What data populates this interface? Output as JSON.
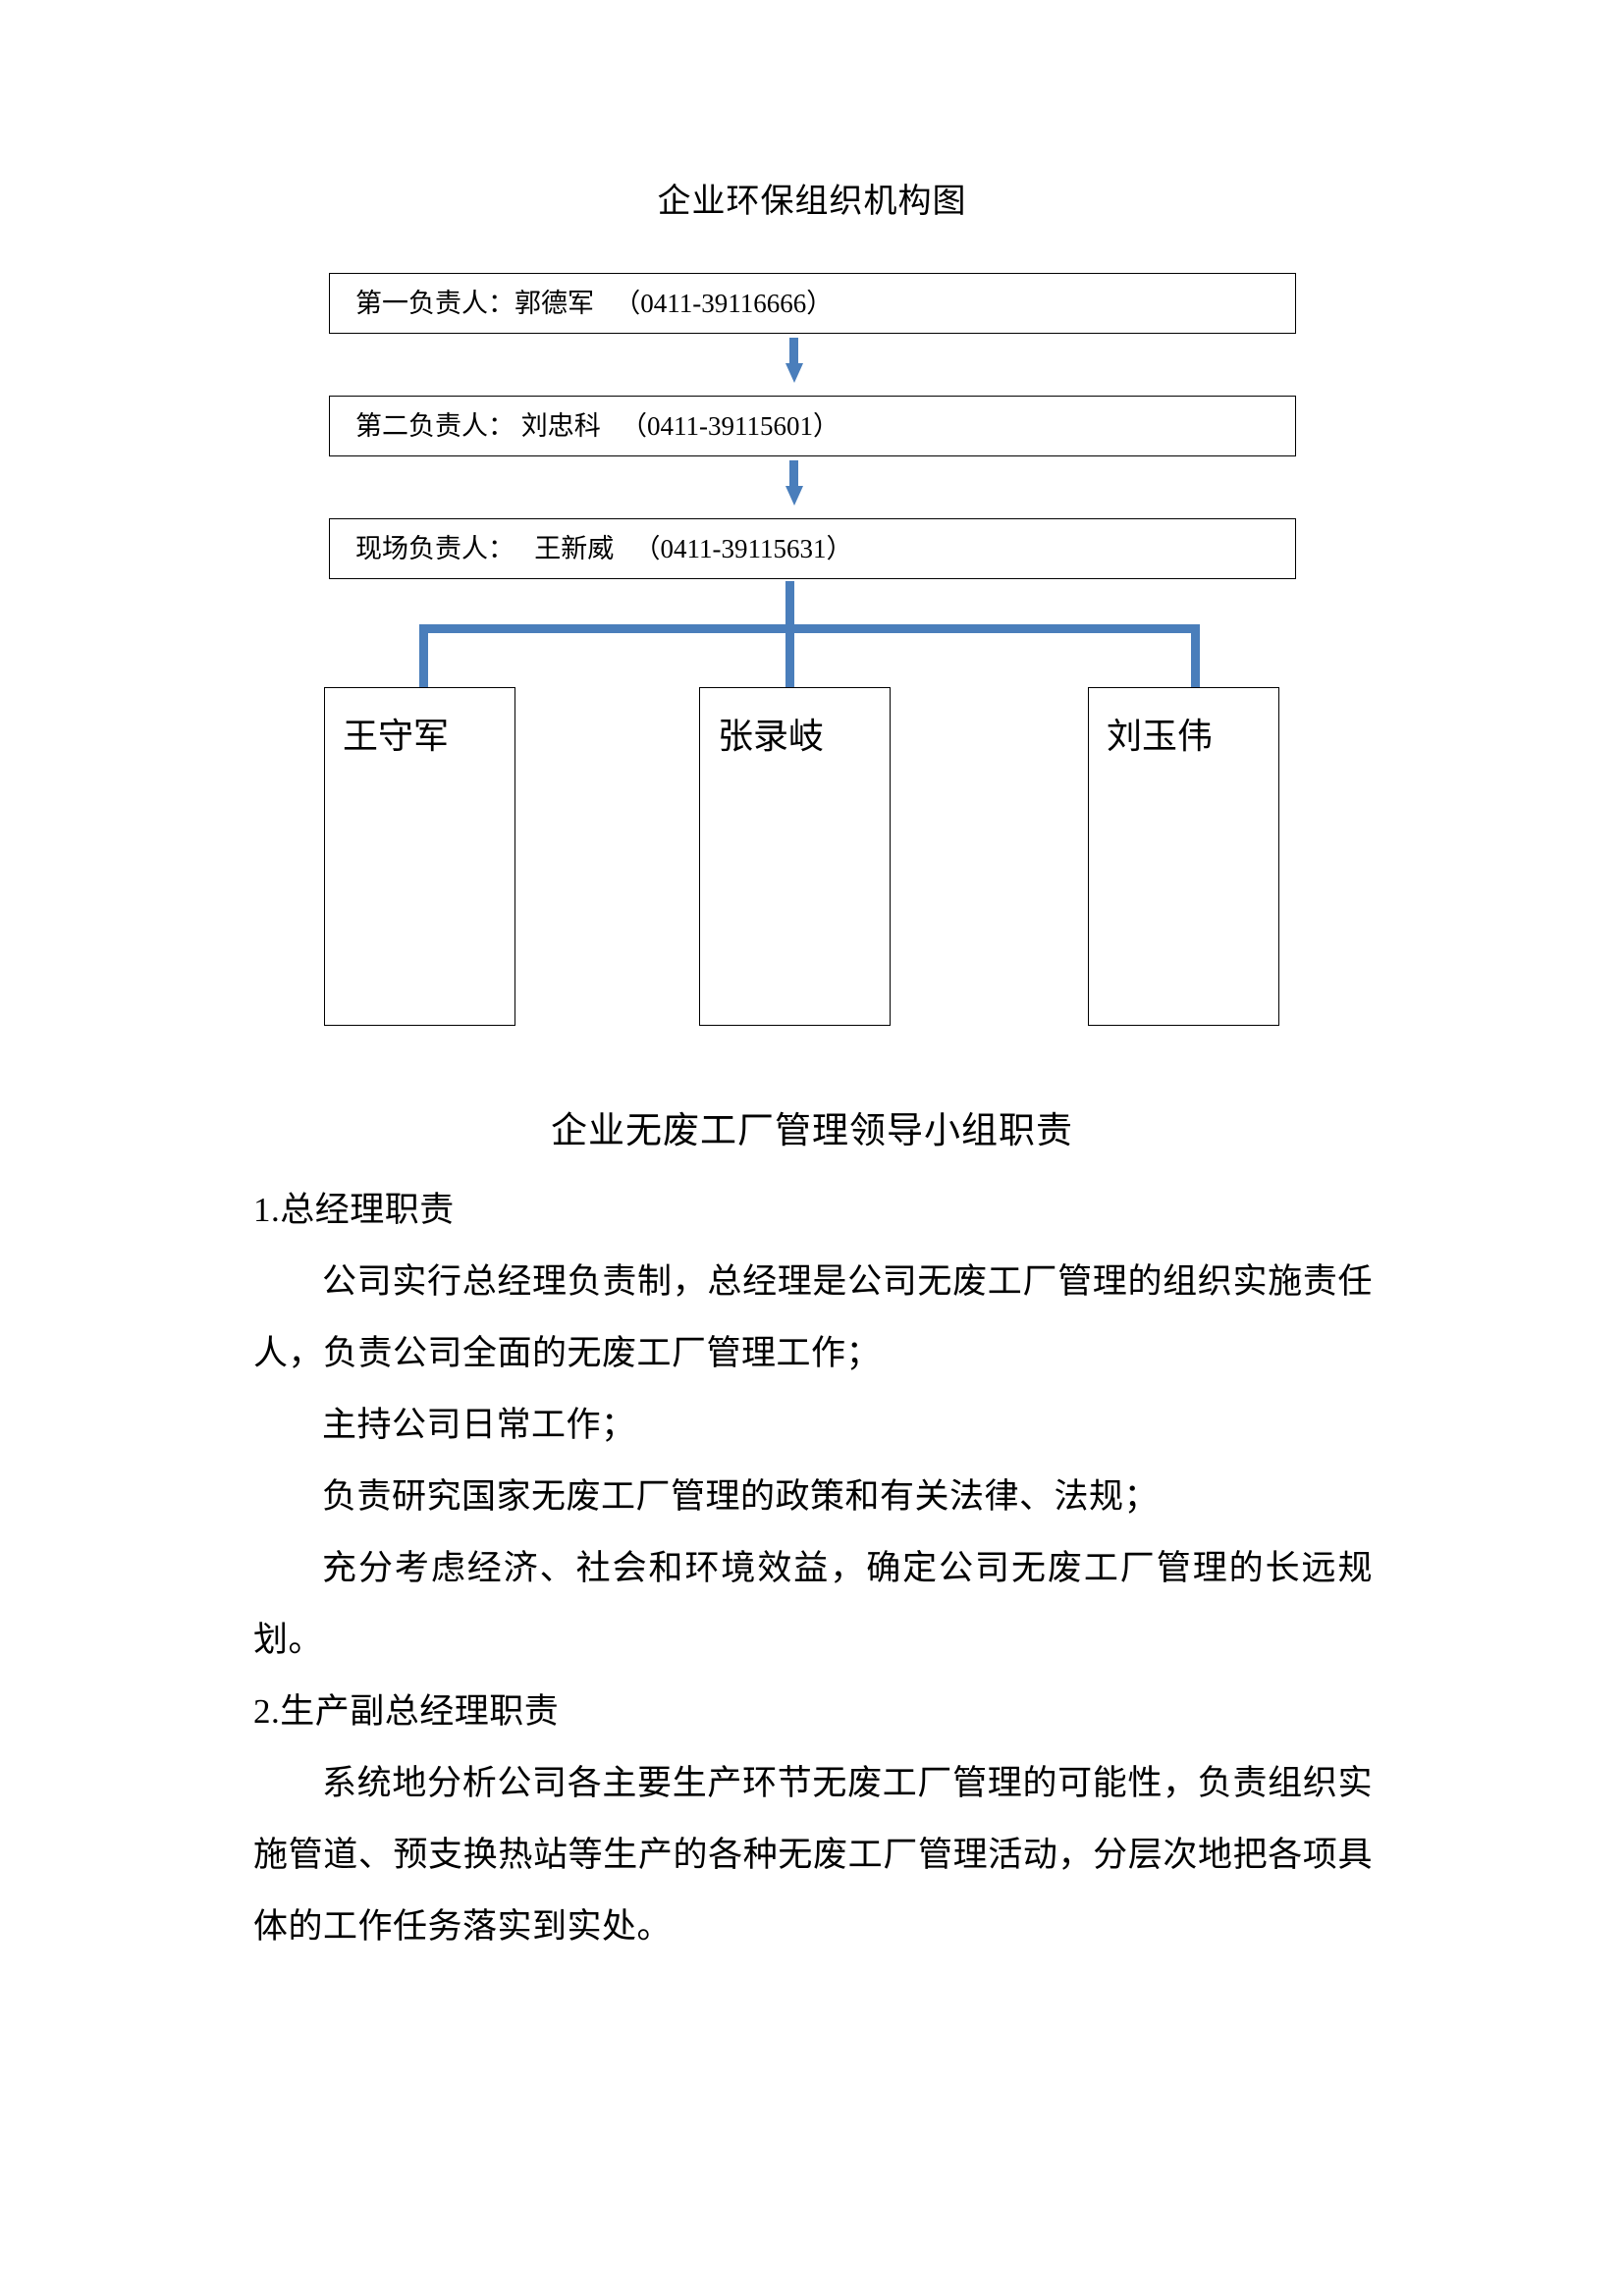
{
  "document": {
    "chart_title": "企业环保组织机构图",
    "section_title": "企业无废工厂管理领导小组职责"
  },
  "org_chart": {
    "leaders": [
      {
        "text": "第一负责人：郭德军 　（0411-39116666）"
      },
      {
        "text": "第二负责人： 刘忠科 　（0411-39115601）"
      },
      {
        "text": "现场负责人：　 王新威 　（0411-39115631）"
      }
    ],
    "members": [
      {
        "name": "王守军"
      },
      {
        "name": "张录岐"
      },
      {
        "name": "刘玉伟"
      }
    ],
    "connector_color": "#4a7ebb",
    "box_border_color": "#000000"
  },
  "body": {
    "paragraphs": [
      {
        "id": "heading-1",
        "text": "1.总经理职责",
        "indent": false
      },
      {
        "id": "p-1",
        "text": "公司实行总经理负责制，总经理是公司无废工厂管理的组织实施责任人，负责公司全面的无废工厂管理工作；",
        "indent": true
      },
      {
        "id": "p-2",
        "text": "主持公司日常工作；",
        "indent": true
      },
      {
        "id": "p-3",
        "text": "负责研究国家无废工厂管理的政策和有关法律、法规；",
        "indent": true
      },
      {
        "id": "p-4",
        "text": "充分考虑经济、社会和环境效益，确定公司无废工厂管理的长远规划。",
        "indent": true
      },
      {
        "id": "heading-2",
        "text": "2.生产副总经理职责",
        "indent": false
      },
      {
        "id": "p-5",
        "text": "系统地分析公司各主要生产环节无废工厂管理的可能性，负责组织实施管道、预支换热站等生产的各种无废工厂管理活动，分层次地把各项具体的工作任务落实到实处。",
        "indent": true
      }
    ]
  }
}
